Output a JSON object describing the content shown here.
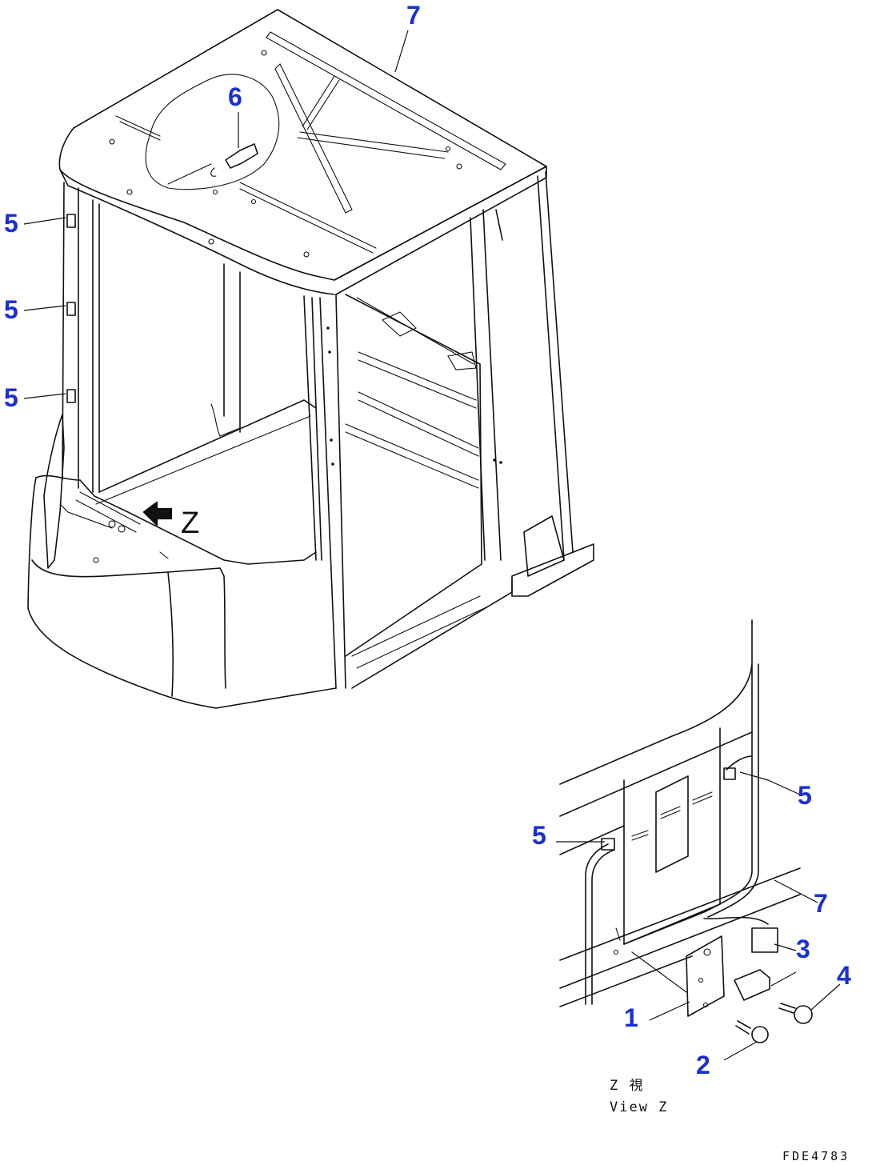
{
  "callouts": [
    {
      "id": "c7-top",
      "label": "7"
    },
    {
      "id": "c6",
      "label": "6"
    },
    {
      "id": "c5-a",
      "label": "5"
    },
    {
      "id": "c5-b",
      "label": "5"
    },
    {
      "id": "c5-c",
      "label": "5"
    },
    {
      "id": "c5-d",
      "label": "5"
    },
    {
      "id": "c5-e",
      "label": "5"
    },
    {
      "id": "c7-bottom",
      "label": "7"
    },
    {
      "id": "c3",
      "label": "3"
    },
    {
      "id": "c4",
      "label": "4"
    },
    {
      "id": "c1",
      "label": "1"
    },
    {
      "id": "c2",
      "label": "2"
    }
  ],
  "view_arrow_label": "Z",
  "view_caption": {
    "line1": "Z  視",
    "line2": "View Z"
  },
  "drawing_code": "FDE4783",
  "colors": {
    "callout": "#1a2fd6",
    "line": "#111111",
    "background": "#ffffff"
  }
}
